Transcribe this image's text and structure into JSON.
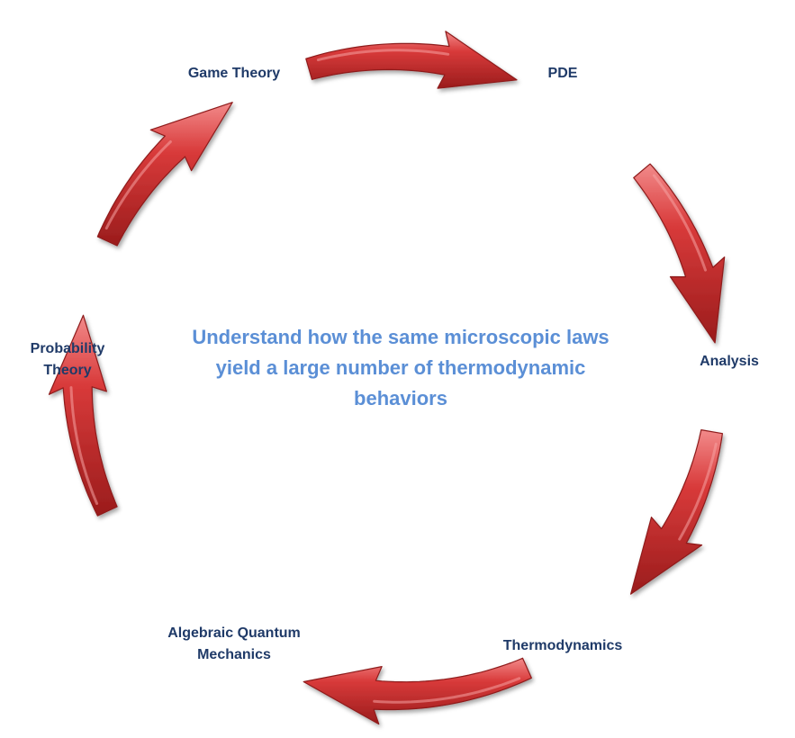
{
  "diagram": {
    "nodes": [
      {
        "id": "game-theory",
        "lines": [
          "Game Theory"
        ]
      },
      {
        "id": "pde",
        "lines": [
          "PDE"
        ]
      },
      {
        "id": "analysis",
        "lines": [
          "Analysis"
        ]
      },
      {
        "id": "thermodynamics",
        "lines": [
          "Thermodynamics"
        ]
      },
      {
        "id": "algebraic-quantum-mechanics",
        "lines": [
          "Algebraic Quantum",
          "Mechanics"
        ]
      },
      {
        "id": "probability-theory",
        "lines": [
          "Probability",
          "Theory"
        ]
      }
    ],
    "center": {
      "lines": [
        "Understand how the same microscopic laws",
        "yield a large number of thermodynamic",
        "behaviors"
      ]
    },
    "arrows": [
      {
        "from": "game-theory",
        "to": "pde"
      },
      {
        "from": "pde",
        "to": "analysis"
      },
      {
        "from": "analysis",
        "to": "thermodynamics"
      },
      {
        "from": "thermodynamics",
        "to": "algebraic-quantum-mechanics"
      },
      {
        "from": "algebraic-quantum-mechanics",
        "to": "probability-theory"
      },
      {
        "from": "probability-theory",
        "to": "game-theory"
      }
    ],
    "colors": {
      "arrow_fill": "#d23535",
      "arrow_highlight": "#f07a7a",
      "arrow_shadow": "#8e1a1a",
      "node_text": "#1f3a68",
      "center_text": "#5b8fd6"
    }
  }
}
